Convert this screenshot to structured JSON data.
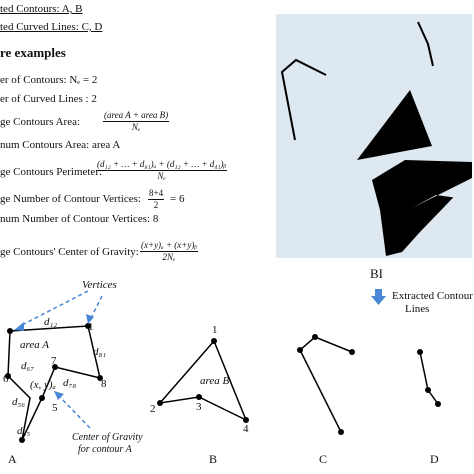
{
  "top_left": {
    "line1": "ted Contours: A, B",
    "line2": "ted Curved Lines: C, D",
    "heading": "re examples",
    "num_contours": "er of Contours:  Nₑ = 2",
    "num_curved": "er of Curved Lines : 2",
    "avg_area_label": "ge Contours Area:",
    "avg_area_num": "(area A + area B)",
    "avg_area_den": "Nₑ",
    "max_area": "num Contours Area: area A",
    "perimeter_label": "ge Contours Perimeter:",
    "perimeter_num": "(d₁₂ + … + d₈₁)ₐ + (d₁₂ + … + d₄₁)ᵦ",
    "perimeter_den": "Nₑ",
    "avg_vertices_label": "ge Number of Contour Vertices:",
    "avg_vertices_num": "8+4",
    "avg_vertices_den": "2",
    "avg_vertices_result": "= 6",
    "max_vertices": "num Number of Contour Vertices: 8",
    "cog_label": "ge Contours' Center of Gravity:",
    "cog_num": "(x+y)ₐ + (x+y)ᵦ",
    "cog_den": "2Nₑ"
  },
  "bi_panel": {
    "label": "BI",
    "extracted_text_1": "Extracted Contour",
    "extracted_text_2": "Lines",
    "bg_color": "#dde8f1",
    "shape_color": "#000000",
    "arrow_color": "#4a86d6"
  },
  "diagram_a": {
    "vertices_label": "Vertices",
    "area_label": "area A",
    "xy_label": "(x, y)ₐ",
    "d12": "d₁₂",
    "d81": "d₈₁",
    "d67": "d₆₇",
    "d78": "d₇₈",
    "d56": "d₅₆",
    "d45": "d₄₅",
    "v1": "1",
    "v5": "5",
    "v6": "6",
    "v7": "7",
    "v8": "8",
    "cog_label_1": "Center of Gravity",
    "cog_label_2": "for contour A",
    "caption": "A"
  },
  "diagram_b": {
    "area_label": "area B",
    "v1": "1",
    "v2": "2",
    "v3": "3",
    "v4": "4",
    "caption": "B"
  },
  "diagram_c": {
    "caption": "C"
  },
  "diagram_d": {
    "caption": "D"
  }
}
